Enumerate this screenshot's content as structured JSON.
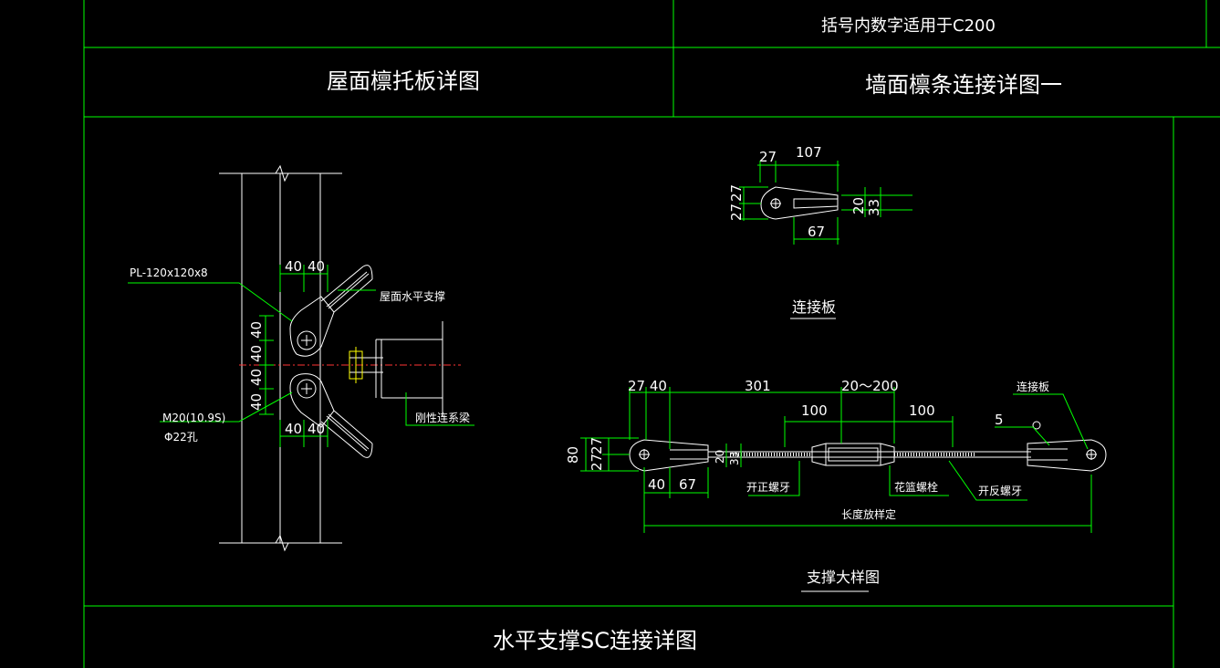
{
  "colors": {
    "background": "#000000",
    "frame": "#00ff00",
    "geometry": "#ffffff",
    "text": "#ffffff",
    "centerline": "#ff0000",
    "bolt": "#ffff00"
  },
  "header": {
    "note_line": "括号内数字适用于C200",
    "title_left": "屋面檩托板详图",
    "title_right": "墙面檩条连接详图一"
  },
  "footer": {
    "title": "水平支撑SC连接详图"
  },
  "left_detail": {
    "plate_label": "PL-120x120x8",
    "brace_label": "屋面水平支撑",
    "bolt_label": "M20(10.9S)",
    "hole_label": "Φ22孔",
    "tie_label": "刚性连系梁",
    "dims_top": [
      "40",
      "40"
    ],
    "dims_side": [
      "40",
      "40",
      "40",
      "40"
    ],
    "dims_bottom": [
      "40",
      "40"
    ]
  },
  "plate_detail": {
    "title": "连接板",
    "dim_27": "27",
    "dim_107": "107",
    "dim_67": "67",
    "dim_20": "20",
    "dim_33": "33",
    "dim_left_a": "27",
    "dim_left_b": "27"
  },
  "brace_detail": {
    "title": "支撑大样图",
    "dim_27_40": "27 40",
    "dim_301": "301",
    "dim_range": "20～200",
    "dim_100a": "100",
    "dim_100b": "100",
    "dim_5": "5",
    "dim_80": "80",
    "dim_27a": "27",
    "dim_27b": "27",
    "dim_40": "40",
    "dim_67": "67",
    "dim_20": "20",
    "dim_33": "33",
    "label_plate": "连接板",
    "label_right_thread": "开正螺牙",
    "label_turnbuckle": "花篮螺栓",
    "label_left_thread": "开反螺牙",
    "label_length": "长度放样定"
  }
}
